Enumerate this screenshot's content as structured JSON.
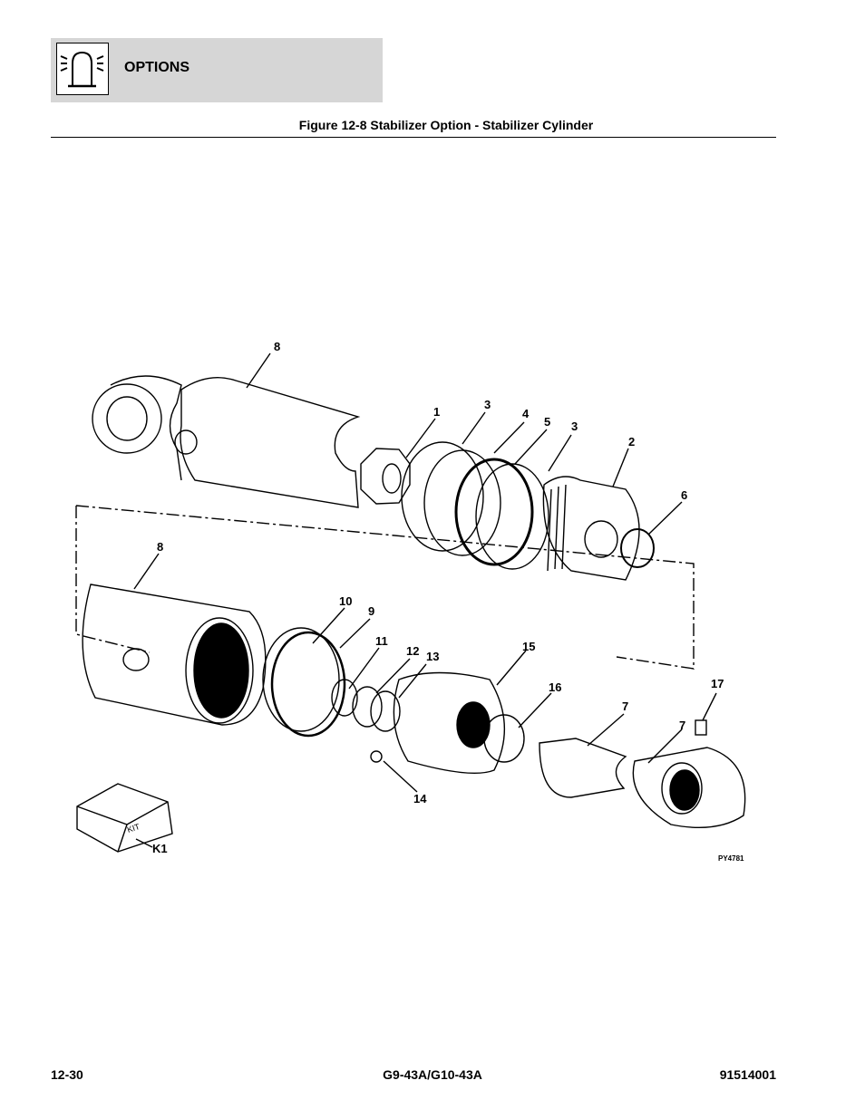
{
  "header": {
    "section_title": "OPTIONS",
    "icon": "warning-light-icon"
  },
  "figure": {
    "title": "Figure 12-8 Stabilizer Option - Stabilizer Cylinder",
    "code": "PY4781",
    "callouts": {
      "c1": "1",
      "c2": "2",
      "c3a": "3",
      "c3b": "3",
      "c4": "4",
      "c5": "5",
      "c6": "6",
      "c7a": "7",
      "c7b": "7",
      "c8a": "8",
      "c8b": "8",
      "c9": "9",
      "c10": "10",
      "c11": "11",
      "c12": "12",
      "c13": "13",
      "c14": "14",
      "c15": "15",
      "c16": "16",
      "c17": "17",
      "ck1": "K1"
    },
    "kit_label": "KIT"
  },
  "footer": {
    "page": "12-30",
    "model": "G9-43A/G10-43A",
    "doc_number": "91514001"
  }
}
